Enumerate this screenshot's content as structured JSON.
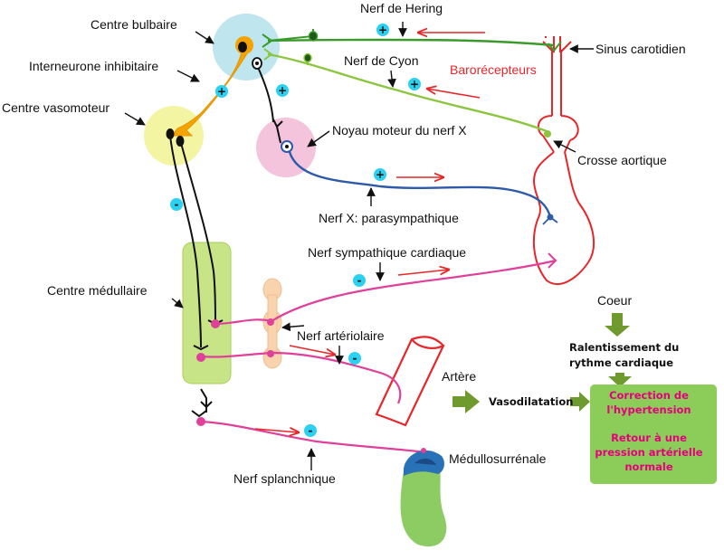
{
  "labels": {
    "centre_bulbaire": "Centre bulbaire",
    "interneurone": "Interneurone inhibitaire",
    "centre_vasomoteur": "Centre vasomoteur",
    "nerf_hering": "Nerf de Hering",
    "nerf_cyon": "Nerf de Cyon",
    "barorecepteurs": "Barorécepteurs",
    "sinus_carotidien": "Sinus carotidien",
    "noyau_moteur": "Noyau moteur du nerf X",
    "crosse_aortique": "Crosse aortique",
    "nerf_x": "Nerf X: parasympathique",
    "nerf_sympathique": "Nerf sympathique cardiaque",
    "centre_medullaire": "Centre médullaire",
    "nerf_arteriolaire": "Nerf artériolaire",
    "artere": "Artère",
    "coeur": "Coeur",
    "nerf_splanchnique": "Nerf splanchnique",
    "medullosurrenale": "Médullosurrénale",
    "ralentissement_1": "Ralentissement du",
    "ralentissement_2": "rythme cardiaque",
    "vasodilatation": "Vasodilatation"
  },
  "result_box": {
    "line1": "Correction de",
    "line2": "l'hypertension",
    "line3": "Retour à une",
    "line4": "pression artérielle",
    "line5": "normale"
  },
  "signs": {
    "plus": "+",
    "minus": "-"
  },
  "colors": {
    "green_nerve": "#3a9a2a",
    "lightgreen_nerve": "#8cc63f",
    "blue_nerve": "#2e5aa8",
    "pink_nerve": "#e0409a",
    "red_vessel": "#e8262a",
    "orange_interneuron": "#f5a300",
    "sign_badge": "#2ad1f0",
    "green_arrow": "#6e9a2e",
    "result_box": "#8ccc58"
  }
}
